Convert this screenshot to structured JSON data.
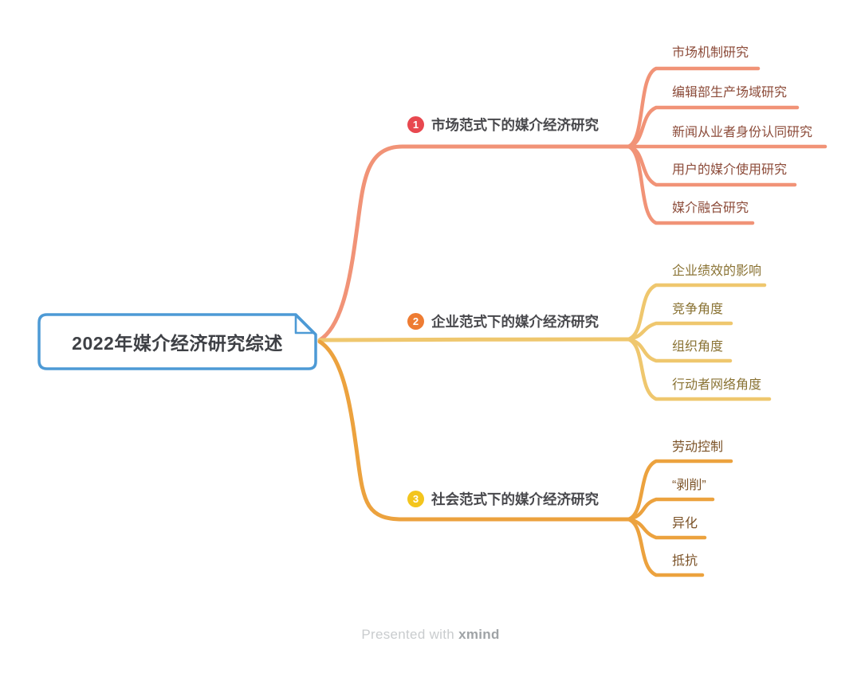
{
  "root": {
    "label": "2022年媒介经济研究综述"
  },
  "branches": [
    {
      "number": "1",
      "label": "市场范式下的媒介经济研究",
      "badge_color": "#E8484F",
      "line_color": "#F19377",
      "text_color": "#8C4B39",
      "children": [
        "市场机制研究",
        "编辑部生产场域研究",
        "新闻从业者身份认同研究",
        "用户的媒介使用研究",
        "媒介融合研究"
      ]
    },
    {
      "number": "2",
      "label": "企业范式下的媒介经济研究",
      "badge_color": "#EE7C33",
      "line_color": "#EFC76E",
      "text_color": "#8A7334",
      "children": [
        "企业绩效的影响",
        "竞争角度",
        "组织角度",
        "行动者网络角度"
      ]
    },
    {
      "number": "3",
      "label": "社会范式下的媒介经济研究",
      "badge_color": "#F3C51D",
      "line_color": "#ECA23E",
      "text_color": "#7B5227",
      "children": [
        "劳动控制",
        "“剥削”",
        "异化",
        "抵抗"
      ]
    }
  ],
  "footer": {
    "prefix": "Presented with",
    "brand": "xmind"
  },
  "colors": {
    "central_border": "#4D9AD5",
    "central_text": "#3E4045",
    "branch_label": "#48484C",
    "footer_text": "#C9CCCE",
    "footer_brand": "#9FA3A6",
    "background": "#FFFFFF"
  }
}
